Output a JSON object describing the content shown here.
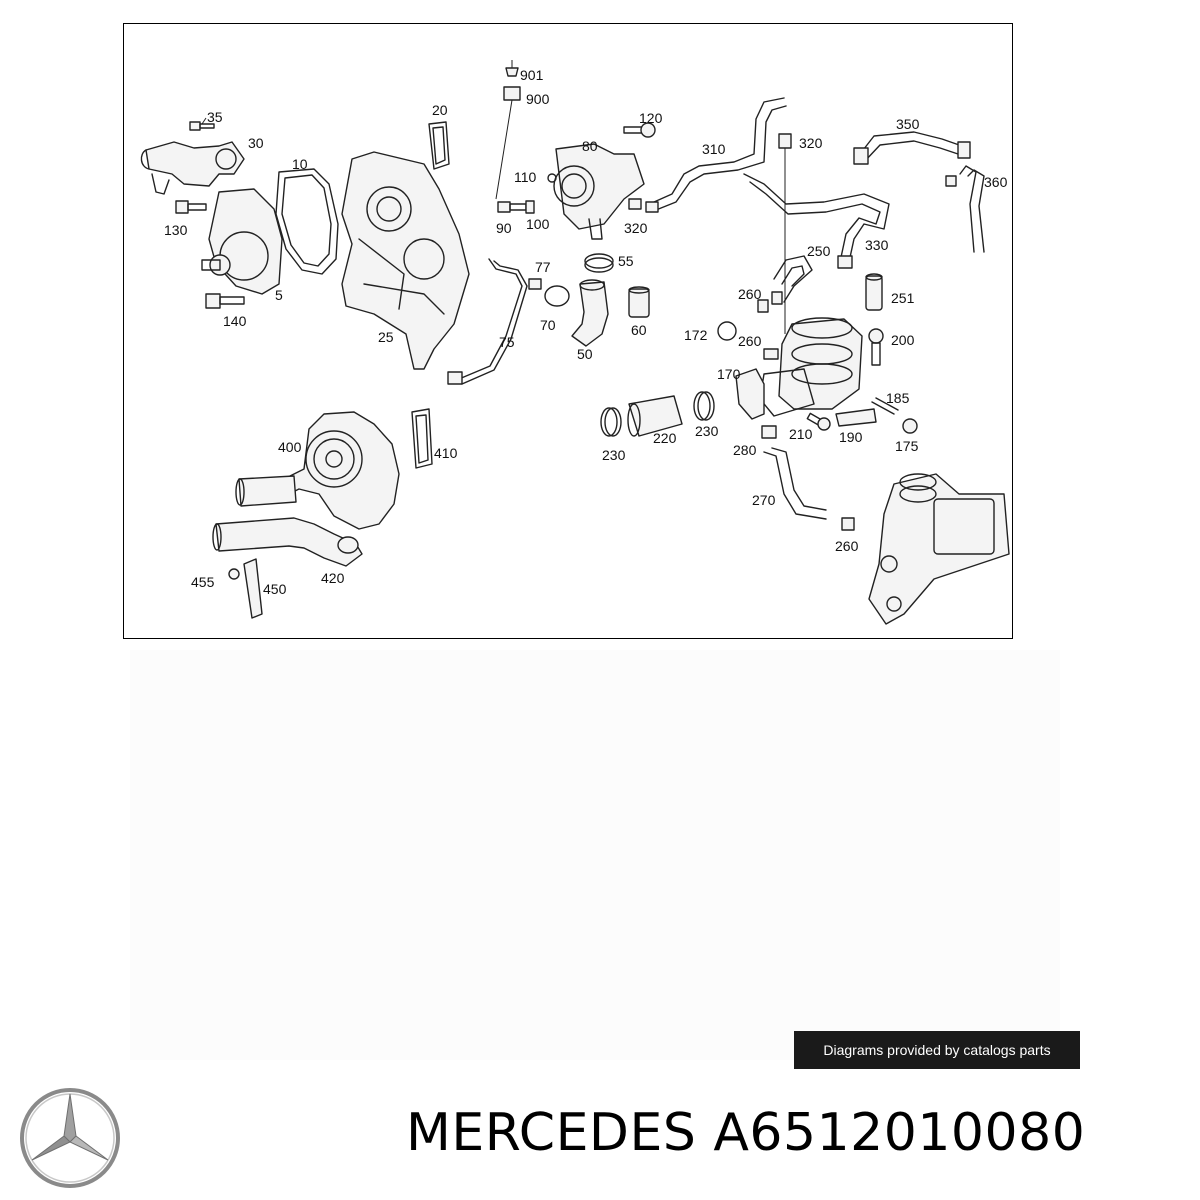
{
  "diagram": {
    "labels": {
      "l901": "901",
      "l900": "900",
      "l35": "35",
      "l30": "30",
      "l20": "20",
      "l10": "10",
      "l130": "130",
      "l5": "5",
      "l140": "140",
      "l25": "25",
      "l120": "120",
      "l80": "80",
      "l110": "110",
      "l90": "90",
      "l100": "100",
      "l320a": "320",
      "l310": "310",
      "l320b": "320",
      "l350": "350",
      "l360": "360",
      "l330": "330",
      "l250": "250",
      "l55": "55",
      "l77": "77",
      "l70": "70",
      "l60": "60",
      "l50": "50",
      "l75": "75",
      "l260a": "260",
      "l251": "251",
      "l172": "172",
      "l260b": "260",
      "l200": "200",
      "l170": "170",
      "l185": "185",
      "l230a": "230",
      "l220": "220",
      "l230b": "230",
      "l280": "280",
      "l210": "210",
      "l190": "190",
      "l175": "175",
      "l270": "270",
      "l260c": "260",
      "l400": "400",
      "l410": "410",
      "l420": "420",
      "l455": "455",
      "l450": "450"
    }
  },
  "credit": {
    "text": "Diagrams provided by catalogs parts"
  },
  "title": {
    "text": "MERCEDES A6512010080"
  },
  "logo": {
    "icon": "mercedes-star-icon"
  }
}
